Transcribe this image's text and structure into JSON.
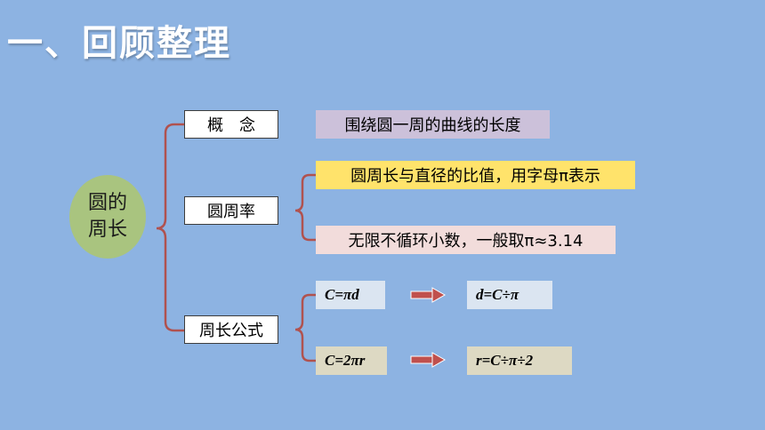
{
  "title": "一、回顾整理",
  "center": {
    "line1": "圆的",
    "line2": "周长"
  },
  "categories": {
    "concept": "概　念",
    "pi": "圆周率",
    "formula": "周长公式"
  },
  "details": {
    "concept_def": "围绕圆一周的曲线的长度",
    "pi_ratio": "圆周长与直径的比值，用字母π表示",
    "pi_value": "无限不循环小数，一般取π≈3.14"
  },
  "formulas": {
    "f1_left": "C=πd",
    "f1_right": "d=C÷π",
    "f2_left": "C=2πr",
    "f2_right": "r=C÷π÷2"
  },
  "colors": {
    "background": "#8db3e2",
    "bracket": "#b0524f",
    "arrow": "#c0504d"
  }
}
